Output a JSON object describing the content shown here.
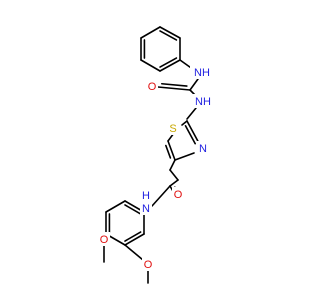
{
  "molecule": {
    "atom_labels": {
      "nh_phenyl": "NH",
      "urea_o": "O",
      "nh_thiazole": "NH",
      "thiazole_s": "S",
      "thiazole_n": "N",
      "amide_o": "O",
      "amide_nh": "H",
      "amide_n": "N",
      "methoxy_o1": "O",
      "methoxy_o2": "O"
    },
    "colors": {
      "bond": "#000000",
      "nitrogen": "#1f1fe0",
      "oxygen": "#e01010",
      "sulfur": "#c8a800"
    }
  }
}
